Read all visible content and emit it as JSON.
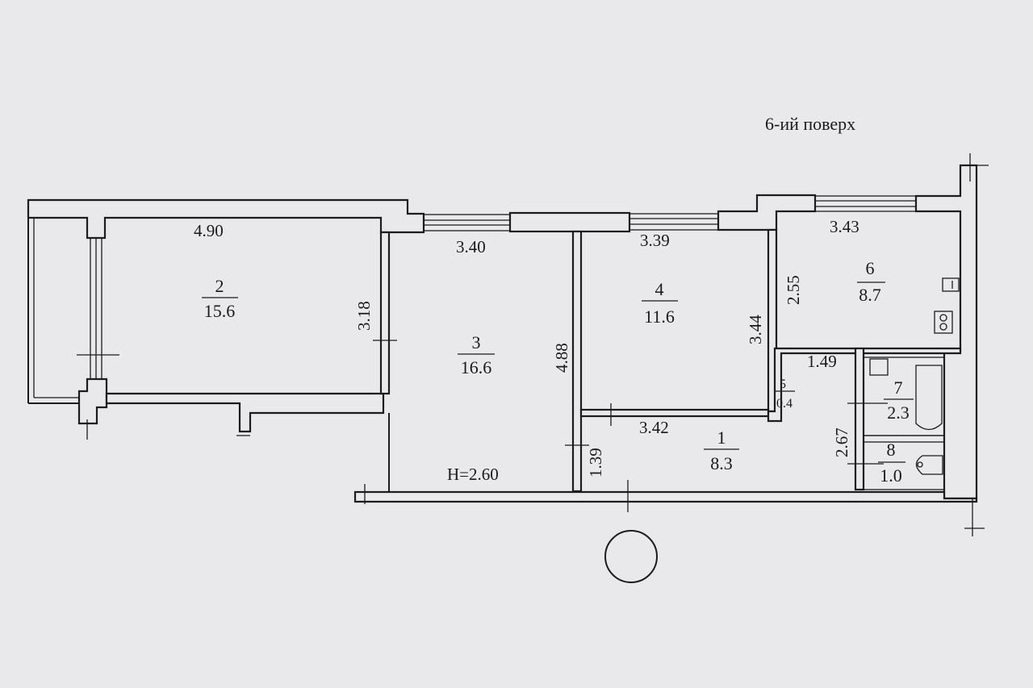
{
  "floor_label": "6-ий поверх",
  "ceiling_height": "H=2.60",
  "rooms": [
    {
      "number": "1",
      "area": "8.3"
    },
    {
      "number": "2",
      "area": "15.6"
    },
    {
      "number": "3",
      "area": "16.6"
    },
    {
      "number": "4",
      "area": "11.6"
    },
    {
      "number": "5",
      "area": "0.4"
    },
    {
      "number": "6",
      "area": "8.7"
    },
    {
      "number": "7",
      "area": "2.3"
    },
    {
      "number": "8",
      "area": "1.0"
    }
  ],
  "dimensions": {
    "room2_width": "4.90",
    "room2_depth": "3.18",
    "room3_width": "3.40",
    "room3_depth": "4.88",
    "room4_width": "3.39",
    "room4_depth": "3.44",
    "room6_width": "3.43",
    "room6_depth": "2.55",
    "hall_width": "1.49",
    "bath_depth": "2.67",
    "room1_width": "3.42",
    "room1_depth": "1.39"
  }
}
